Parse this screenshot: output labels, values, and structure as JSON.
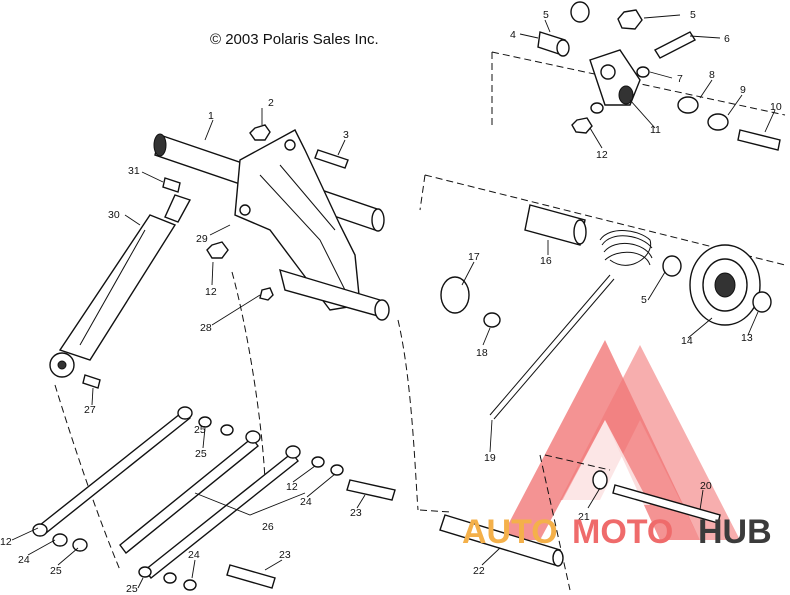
{
  "copyright": "© 2003 Polaris Sales Inc.",
  "watermark": {
    "part_auto": "AUTO",
    "part_moto": "MOTO",
    "part_hub": "HUB",
    "colors": {
      "logo": "#ef5a5a",
      "auto": "#f4b04a",
      "moto": "#ef6b6b",
      "hub": "#3b3b3b"
    }
  },
  "callouts": [
    "1",
    "2",
    "3",
    "4",
    "5",
    "5",
    "6",
    "7",
    "8",
    "9",
    "10",
    "11",
    "12",
    "31",
    "30",
    "29",
    "12",
    "28",
    "27",
    "17",
    "16",
    "5",
    "14",
    "13",
    "18",
    "19",
    "20",
    "21",
    "12",
    "24",
    "25",
    "25",
    "24",
    "23",
    "26",
    "22",
    "24",
    "25",
    "23",
    "12",
    "25"
  ]
}
